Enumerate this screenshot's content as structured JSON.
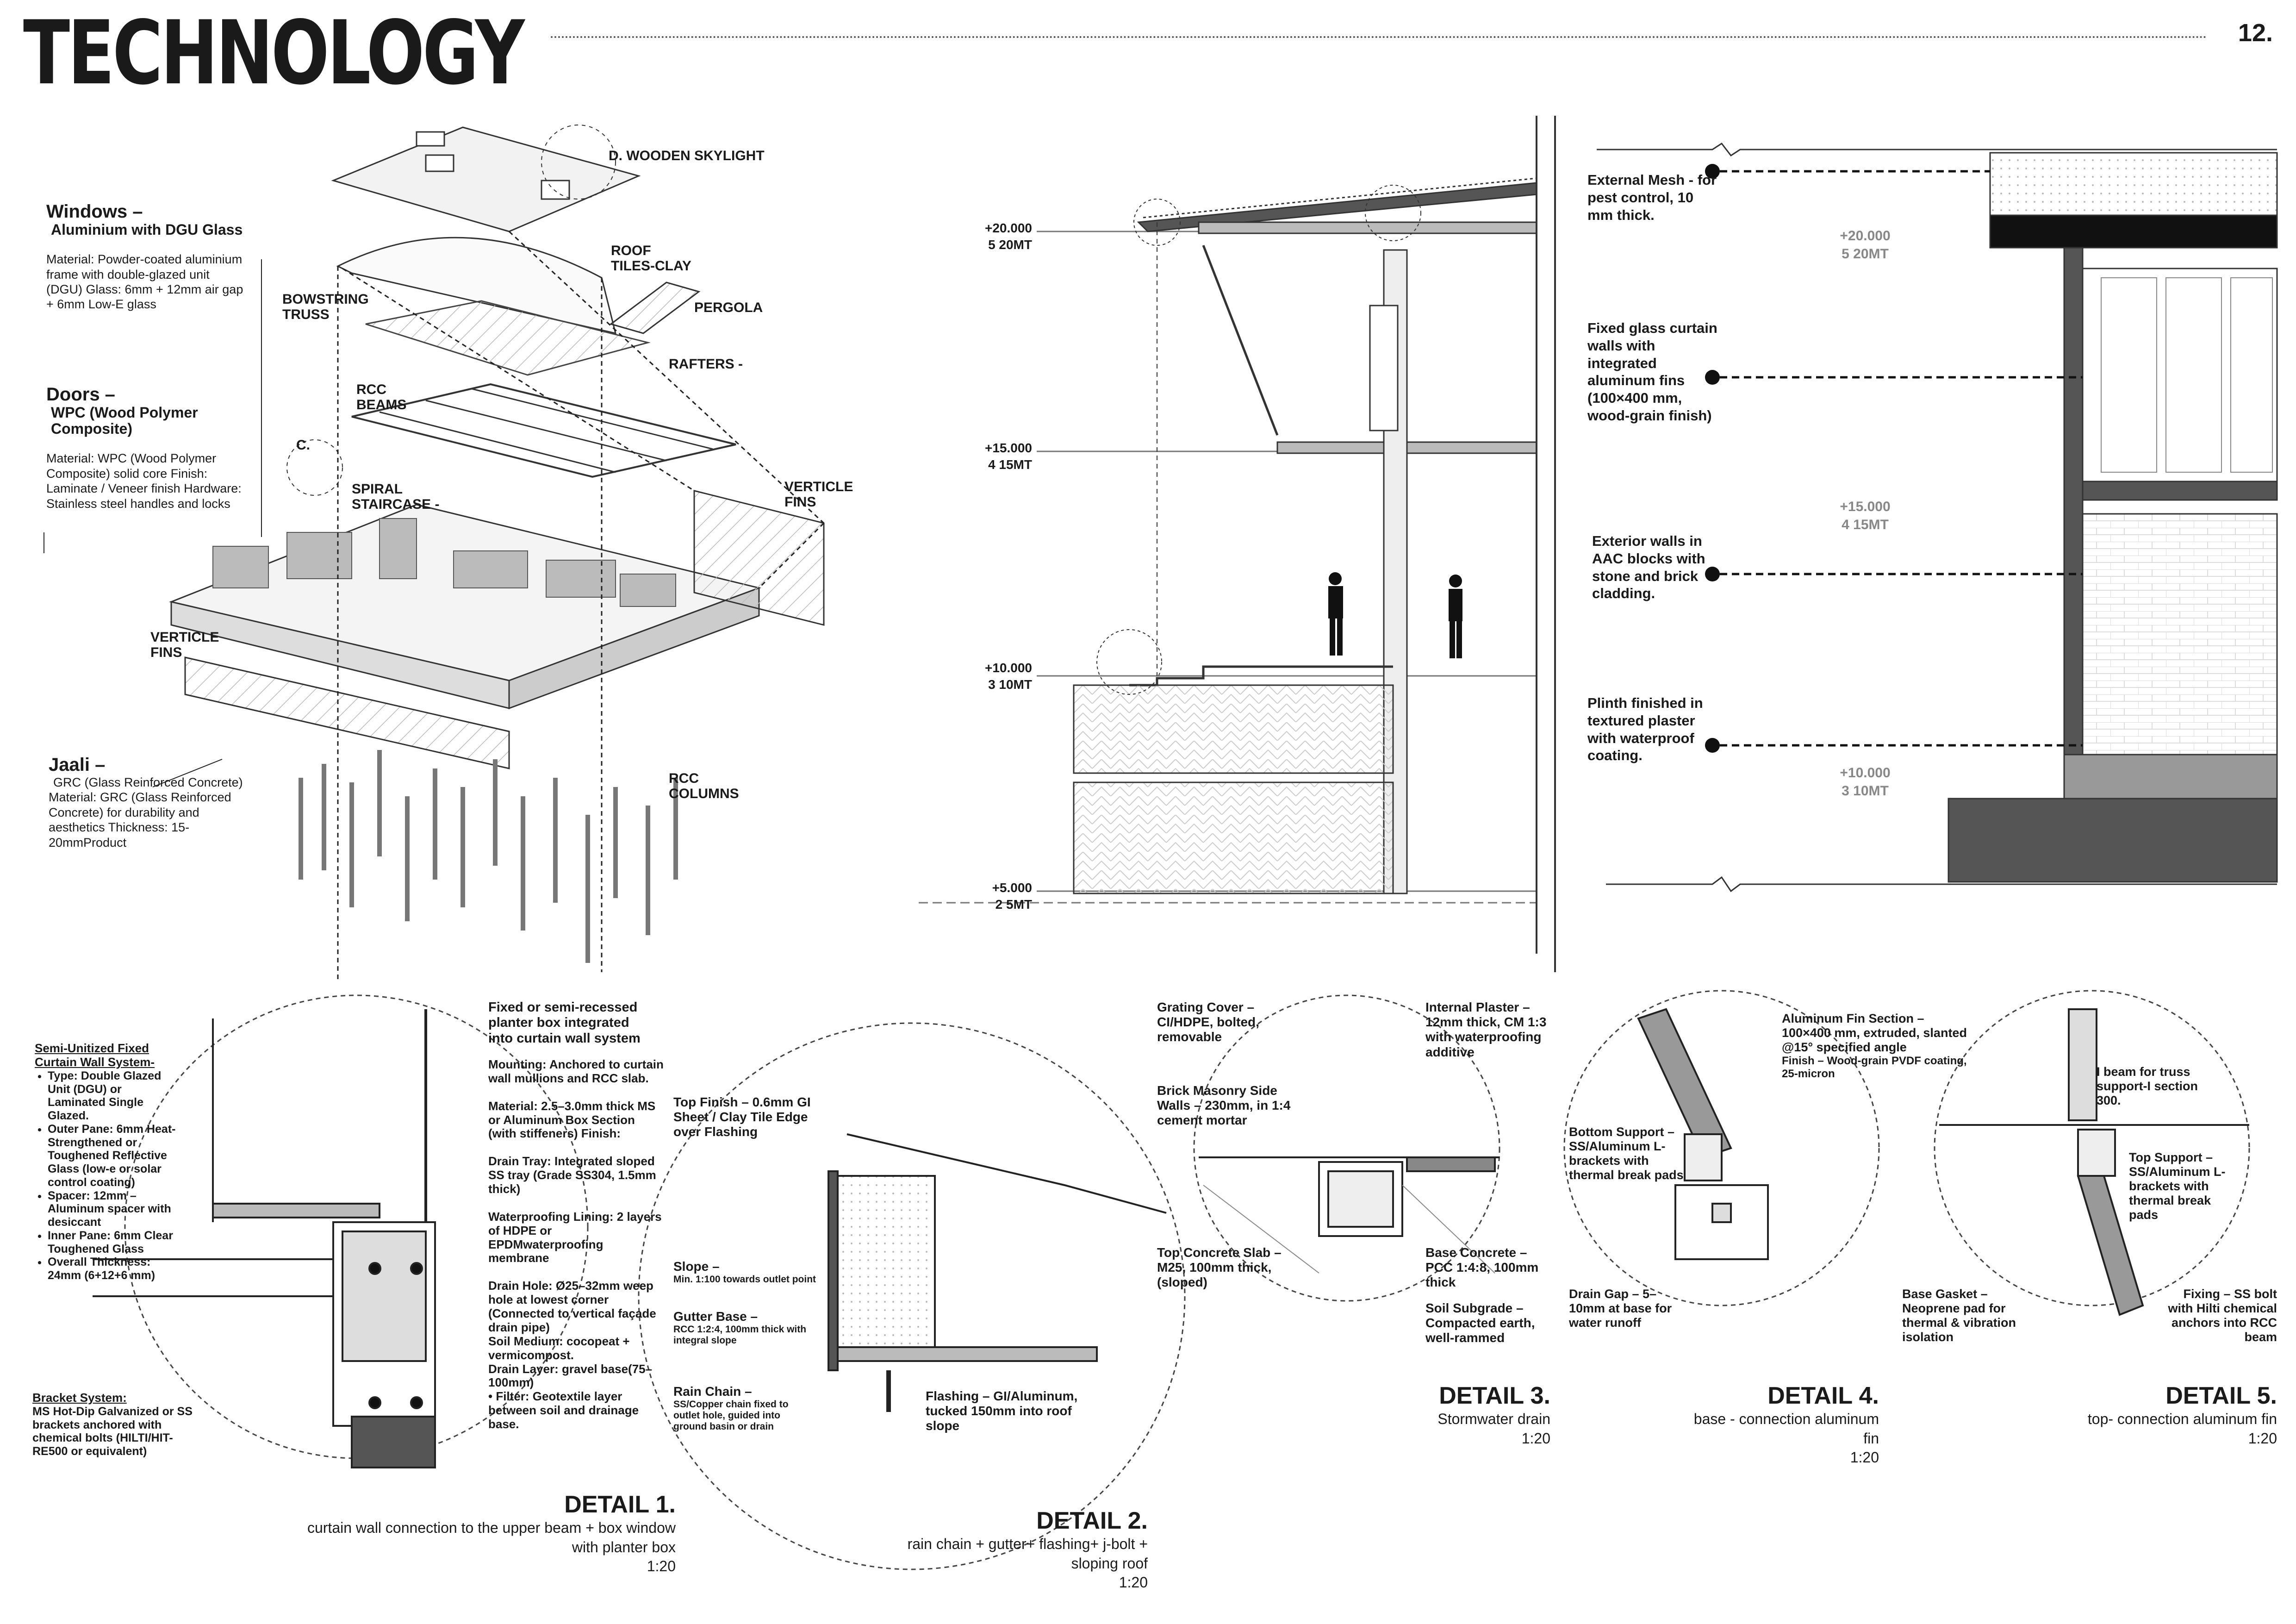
{
  "header": {
    "title": "TECHNOLOGY",
    "page_number": "12."
  },
  "axo": {
    "windows": {
      "heading": "Windows –",
      "subheading": "Aluminium with DGU Glass",
      "body": "Material: Powder-coated aluminium frame with double-glazed unit (DGU) Glass: 6mm + 12mm air gap + 6mm Low-E glass"
    },
    "doors": {
      "heading": "Doors –",
      "subheading": "WPC (Wood Polymer Composite)",
      "body": "Material: WPC (Wood Polymer Composite) solid core Finish: Laminate / Veneer finish Hardware: Stainless steel handles and locks"
    },
    "jaali": {
      "heading": "Jaali –",
      "subheading": "GRC (Glass Reinforced Concrete)",
      "body": "Material: GRC (Glass Reinforced Concrete) for durability and aesthetics Thickness: 15-20mmProduct"
    },
    "labels": {
      "skylight": "D.  WOODEN SKYLIGHT",
      "roof_tiles": "ROOF TILES-CLAY",
      "bowstring": "BOWSTRING TRUSS",
      "pergola": "PERGOLA",
      "rafters": "RAFTERS -",
      "rcc_beams": "RCC BEAMS",
      "c_label": "C.",
      "spiral": "SPIRAL STAIRCASE -",
      "verticle_fins_right": "VERTICLE FINS",
      "verticle_fins_left": "VERTICLE FINS",
      "rcc_columns": "RCC COLUMNS"
    }
  },
  "section": {
    "levels": [
      {
        "value": "+20.000",
        "name": "5 20MT"
      },
      {
        "value": "+15.000",
        "name": "4 15MT"
      },
      {
        "value": "+10.000",
        "name": "3 10MT"
      },
      {
        "value": "+5.000",
        "name": "2 5MT"
      }
    ]
  },
  "elevation": {
    "annotations": [
      "External Mesh - for pest control, 10 mm thick.",
      "Fixed glass curtain walls with integrated aluminum fins (100×400 mm, wood-grain finish)",
      "Exterior walls in AAC blocks with stone and brick cladding.",
      "Plinth finished in textured plaster with waterproof coating."
    ],
    "levels": [
      {
        "value": "+20.000",
        "name": "5 20MT"
      },
      {
        "value": "+15.000",
        "name": "4 15MT"
      },
      {
        "value": "+10.000",
        "name": "3 10MT"
      }
    ]
  },
  "detail1": {
    "title": "DETAIL 1.",
    "subtitle": "curtain wall connection to the upper beam + box window with planter box",
    "scale": "1:20",
    "system_heading": "Semi-Unitized Fixed Curtain Wall System-",
    "system_items": [
      "Type: Double Glazed Unit (DGU) or Laminated Single Glazed.",
      "Outer Pane: 6mm Heat-Strengthened or Toughened Reflective Glass (low-e or solar control coating)",
      "Spacer: 12mm – Aluminum spacer with desiccant",
      "Inner Pane: 6mm Clear Toughened Glass",
      "Overall Thickness: 24mm (6+12+6 mm)"
    ],
    "bracket_heading": "Bracket System:",
    "bracket_body": "MS Hot-Dip Galvanized or SS brackets anchored with chemical bolts (HILTI/HIT-RE500 or equivalent)",
    "planter_heading": "Fixed or semi-recessed planter box integrated into curtain wall system",
    "planter_notes": "Mounting: Anchored to curtain wall mullions and RCC slab.\n\nMaterial: 2.5–3.0mm thick MS or Aluminum Box Section (with stiffeners) Finish:\n\nDrain Tray: Integrated sloped SS tray (Grade SS304, 1.5mm thick)\n\nWaterproofing Lining: 2 layers of HDPE or EPDMwaterproofing membrane\n\nDrain Hole: Ø25–32mm weep hole at lowest corner (Connected to vertical façade drain pipe)\nSoil Medium: cocopeat + vermicompost.\nDrain Layer:  gravel base(75–100mm)\n  •  Filter: Geotextile layer between soil and drainage base."
  },
  "detail2": {
    "title": "DETAIL 2.",
    "subtitle": "rain chain + gutter+ flashing+ j-bolt + sloping roof",
    "scale": "1:20",
    "top_finish": "Top Finish – 0.6mm GI Sheet / Clay Tile Edge over Flashing",
    "slope_heading": "Slope –",
    "slope_body": "Min. 1:100 towards outlet point",
    "gutter_heading": "Gutter Base –",
    "gutter_body": "RCC 1:2:4, 100mm thick with integral slope",
    "rain_heading": "Rain Chain –",
    "rain_body": "SS/Copper chain fixed to outlet hole, guided into ground basin or drain",
    "flashing": "Flashing – GI/Aluminum, tucked 150mm into roof slope"
  },
  "detail3": {
    "title": "DETAIL 3.",
    "subtitle": "Stormwater drain",
    "scale": "1:20",
    "grating": "Grating Cover – CI/HDPE, bolted, removable",
    "plaster": "Internal Plaster – 12mm thick, CM 1:3 with waterproofing additive",
    "brick": "Brick Masonry Side Walls – 230mm, in 1:4 cement mortar",
    "slab": "Top Concrete Slab – M25, 100mm thick, (sloped)",
    "base": "Base Concrete – PCC 1:4:8, 100mm thick",
    "soil": "Soil Subgrade – Compacted earth, well-rammed"
  },
  "detail4": {
    "title": "DETAIL 4.",
    "subtitle": "base - connection aluminum fin",
    "scale": "1:20",
    "fin_heading": "Aluminum Fin Section – 100×400 mm, extruded, slanted @15° specified angle",
    "fin_body": "Finish – Wood-grain PVDF coating, 25-micron",
    "bottom": "Bottom Support – SS/Aluminum L-brackets with thermal break pads",
    "drain_gap": "Drain Gap – 5–10mm at base for water runoff",
    "gasket": "Base Gasket – Neoprene pad for thermal & vibration isolation"
  },
  "detail5": {
    "title": "DETAIL 5.",
    "subtitle": "top- connection aluminum fin",
    "scale": "1:20",
    "ibeam": "I beam for truss support-I section 300.",
    "top": "Top Support – SS/Aluminum L-brackets with thermal break pads",
    "fixing": "Fixing – SS bolt with Hilti chemical anchors into RCC beam"
  }
}
